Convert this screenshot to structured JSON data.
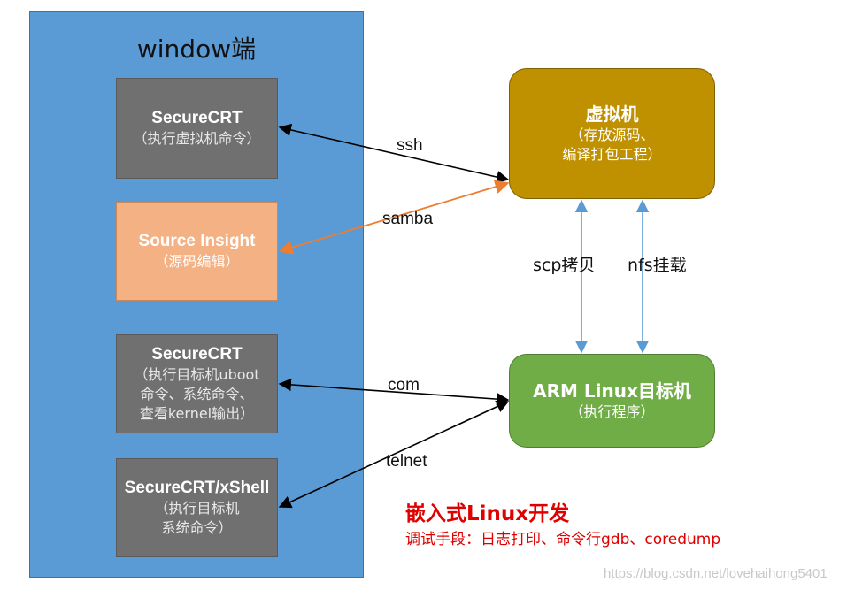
{
  "window_panel": {
    "title": "window端"
  },
  "boxes": {
    "securecrt_vm": {
      "title": "SecureCRT",
      "lines": [
        "（执行虚拟机命令）"
      ]
    },
    "source_insight": {
      "title": "Source Insight",
      "lines": [
        "（源码编辑）"
      ]
    },
    "securecrt_target": {
      "title": "SecureCRT",
      "lines": [
        "（执行目标机uboot",
        "命令、系统命令、",
        "查看kernel输出）"
      ]
    },
    "securecrt_xshell": {
      "title": "SecureCRT/xShell",
      "lines": [
        "（执行目标机",
        "系统命令）"
      ]
    },
    "vm": {
      "title": "虚拟机",
      "lines": [
        "（存放源码、",
        "编译打包工程）"
      ]
    },
    "arm": {
      "title": "ARM Linux目标机",
      "lines": [
        "（执行程序）"
      ]
    }
  },
  "links": {
    "ssh": "ssh",
    "samba": "samba",
    "scp": "scp拷贝",
    "nfs": "nfs挂载",
    "com": "com",
    "telnet": "telnet"
  },
  "colors": {
    "window_panel": "#5b9bd5",
    "gray_box": "#707070",
    "orange_box": "#f4b183",
    "vm_box": "#bf9000",
    "arm_box": "#70ad47",
    "samba_arrow": "#ed7d31",
    "vertical_arrow": "#5b9bd5",
    "summary_text": "#e00000"
  },
  "summary": {
    "title": "嵌入式Linux开发",
    "subtitle": "调试手段：日志打印、命令行gdb、coredump"
  },
  "watermark": "https://blog.csdn.net/lovehaihong5401"
}
